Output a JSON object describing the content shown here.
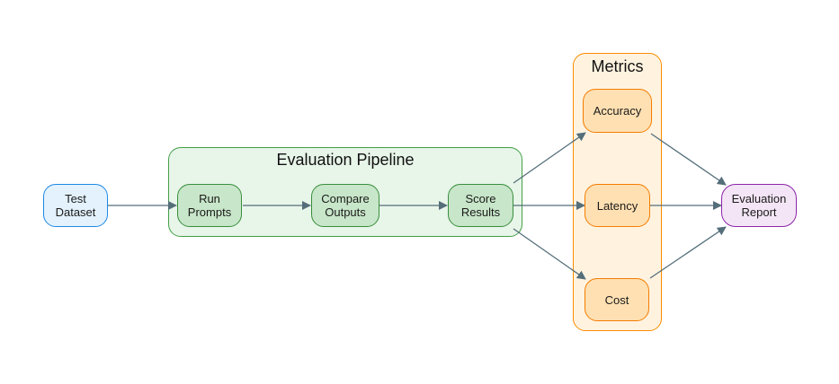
{
  "clusters": {
    "pipeline": {
      "title": "Evaluation Pipeline"
    },
    "metrics": {
      "title": "Metrics"
    }
  },
  "nodes": {
    "test_dataset": {
      "label": "Test\nDataset"
    },
    "run_prompts": {
      "label": "Run\nPrompts"
    },
    "compare_outputs": {
      "label": "Compare\nOutputs"
    },
    "score_results": {
      "label": "Score\nResults"
    },
    "accuracy": {
      "label": "Accuracy"
    },
    "latency": {
      "label": "Latency"
    },
    "cost": {
      "label": "Cost"
    },
    "evaluation_report": {
      "label": "Evaluation\nReport"
    }
  },
  "colors": {
    "edge": "#546e7a",
    "input_fill": "#e3f2fd",
    "input_border": "#1e88e5",
    "pipeline_fill": "#e8f5e9",
    "pipeline_border": "#43a047",
    "step_fill": "#c8e6c9",
    "step_border": "#388e3c",
    "metrics_fill": "#fff3e0",
    "metrics_border": "#fb8c00",
    "metric_fill": "#ffe0b2",
    "metric_border": "#f57c00",
    "output_fill": "#f3e5f5",
    "output_border": "#8e24aa"
  }
}
